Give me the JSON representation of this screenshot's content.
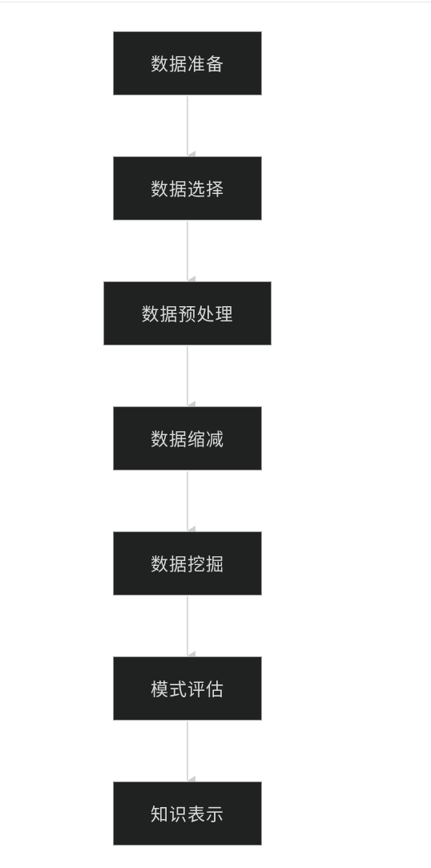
{
  "flowchart": {
    "nodes": [
      {
        "label": "数据准备"
      },
      {
        "label": "数据选择"
      },
      {
        "label": "数据预处理"
      },
      {
        "label": "数据缩减"
      },
      {
        "label": "数据挖掘"
      },
      {
        "label": "模式评估"
      },
      {
        "label": "知识表示"
      }
    ],
    "colors": {
      "node_fill": "#202121",
      "node_border": "#9a9a9a",
      "node_text": "#d9d9d9",
      "connector": "#cfcfcf"
    }
  }
}
